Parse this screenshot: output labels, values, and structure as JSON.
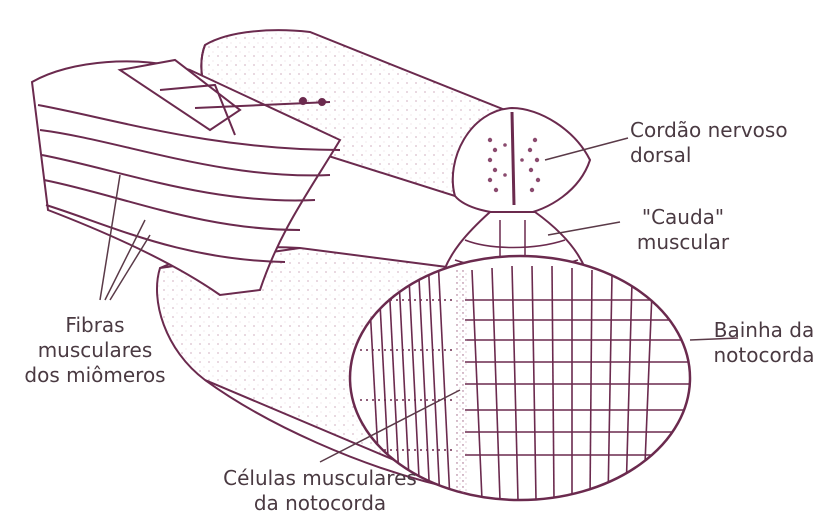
{
  "colors": {
    "ink": "#6b2a4e",
    "ink_light": "#a56a8a",
    "label_text": "#4a3a42",
    "background": "#ffffff"
  },
  "labels": {
    "cordao_nervoso": {
      "line1": "Cordão nervoso",
      "line2": "dorsal"
    },
    "cauda_muscular": {
      "line1": "\"Cauda\"",
      "line2": "muscular"
    },
    "fibras_musculares": {
      "line1": "Fibras",
      "line2": "musculares",
      "line3": "dos miômeros"
    },
    "bainha_notocorda": {
      "line1": "Bainha da",
      "line2": "notocorda"
    },
    "celulas_musculares": {
      "line1": "Células musculares",
      "line2": "da notocorda"
    }
  }
}
